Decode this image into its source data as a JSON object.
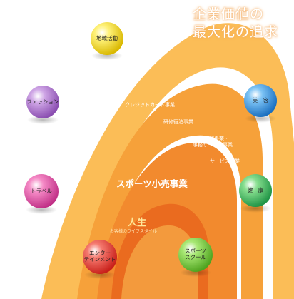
{
  "headline": {
    "line1": "企業価値の",
    "line2": "最大化の追求"
  },
  "bands": {
    "outer_items": [
      "クレジットカード事業",
      "研修宿泊事業",
      "保険代理事業・",
      "事務サービス事業",
      "サービス事業"
    ],
    "core": "スポーツ小売事業",
    "center_title": "人生",
    "center_subtitle": "お客様のライフスタイル"
  },
  "spheres": [
    {
      "id": "regional",
      "lines": [
        "地域活動"
      ],
      "color": "#f2d500"
    },
    {
      "id": "fashion",
      "lines": [
        "ファッション"
      ],
      "color": "#a66cc6"
    },
    {
      "id": "travel",
      "lines": [
        "トラベル"
      ],
      "color": "#e04da0"
    },
    {
      "id": "entertainment",
      "lines": [
        "エンター",
        "テインメント"
      ],
      "color": "#e5312b"
    },
    {
      "id": "sports-school",
      "lines": [
        "スポーツ",
        "スクール"
      ],
      "color": "#6cc834"
    },
    {
      "id": "health",
      "lines": [
        "健　康"
      ],
      "color": "#33b55a"
    },
    {
      "id": "beauty",
      "lines": [
        "美　容"
      ],
      "color": "#2a92e3"
    }
  ],
  "colors": {
    "band_outer": "#fbbd57",
    "band_middle": "#f6a13a",
    "band_inner": "#f28a2e",
    "core": "#ea6b1f"
  }
}
